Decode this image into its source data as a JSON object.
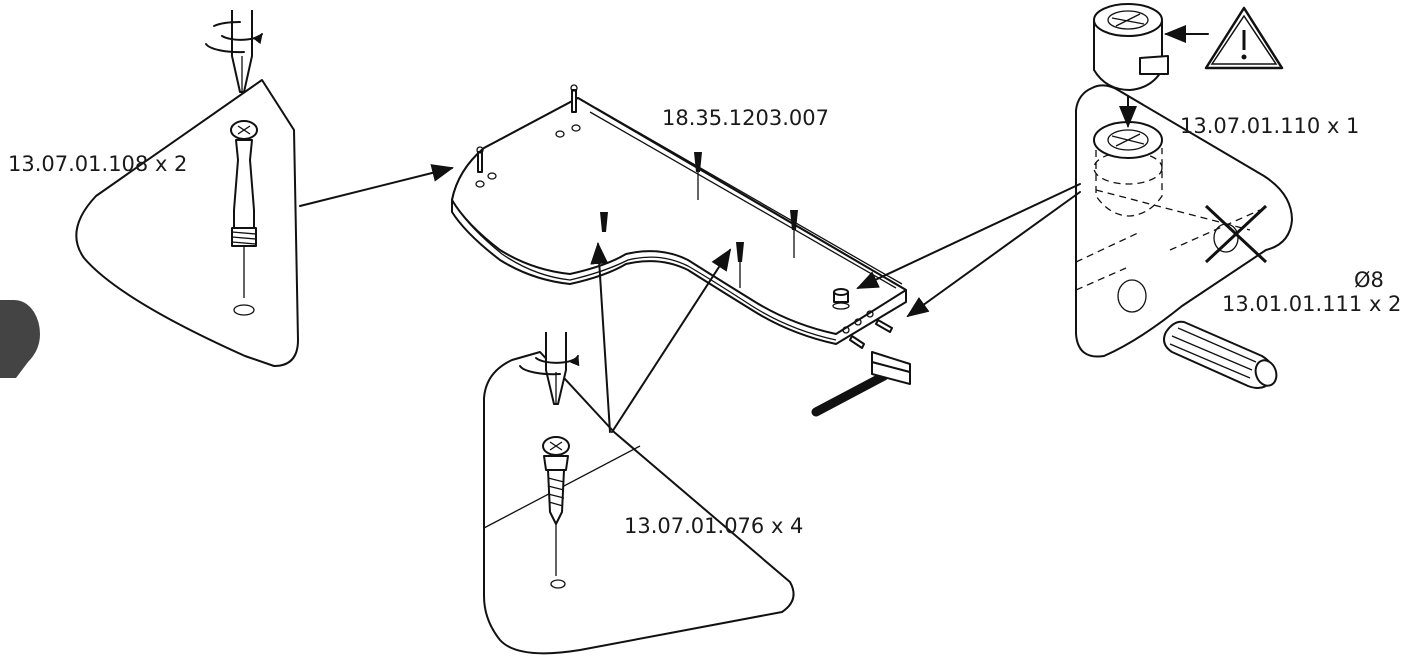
{
  "board": {
    "part_number": "18.35.1203.007"
  },
  "callouts": {
    "left_dowel": {
      "label": "13.07.01.108 x 2"
    },
    "bottom_screw": {
      "label": "13.07.01.076 x 4"
    },
    "cam_lock": {
      "label": "13.07.01.110 x 1"
    },
    "wood_dowel": {
      "diameter": "Ø8",
      "label": "13.01.01.111 x 2"
    }
  },
  "icons": {
    "warning": "warning-triangle-icon",
    "screwdriver": "screwdriver-icon",
    "hammer": "hammer-icon",
    "rotate": "rotate-arrow-icon",
    "no_entry": "cross-out-icon"
  },
  "colors": {
    "line": "#111111",
    "side_tab": "#444444"
  }
}
